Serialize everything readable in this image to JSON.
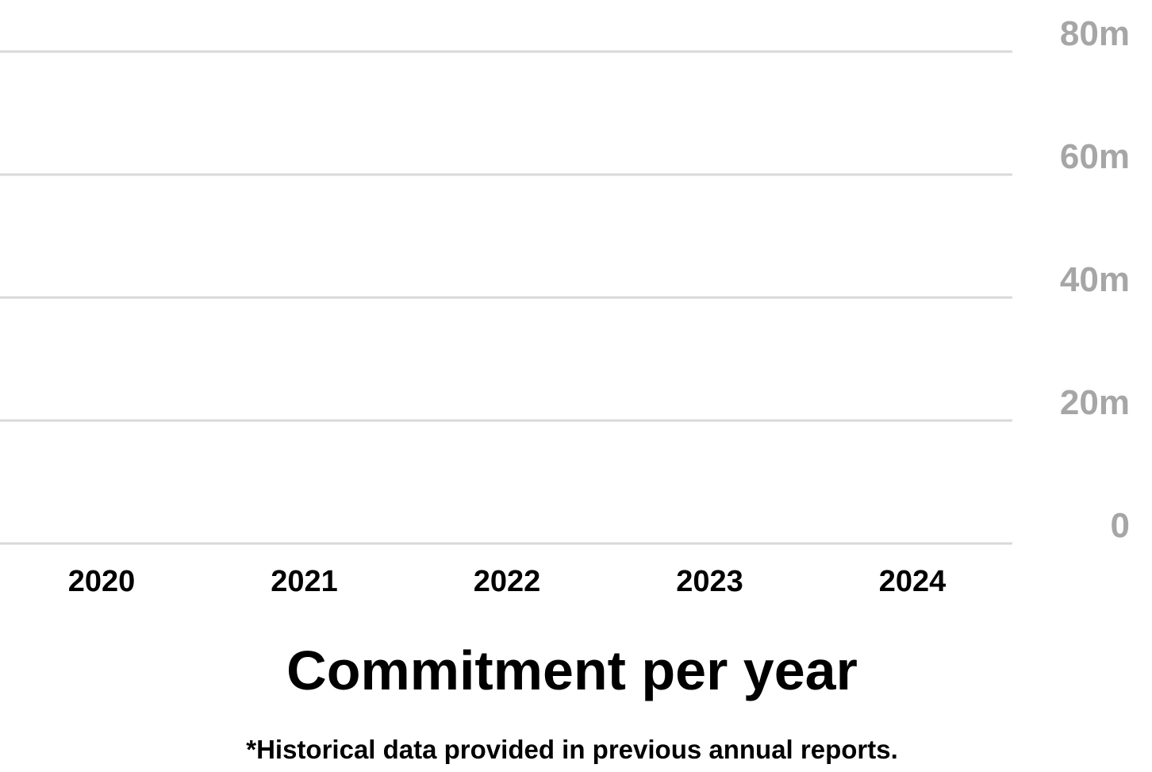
{
  "chart_data": {
    "type": "bar",
    "title": "Commitment per year",
    "footnote": "*Historical data provided in previous annual reports.",
    "categories": [
      "2020",
      "2021",
      "2022",
      "2023",
      "2024"
    ],
    "highlight_category": "2024",
    "ylim": [
      0,
      80
    ],
    "yticks": [
      0,
      20,
      40,
      60,
      80
    ],
    "ytick_labels": [
      "0",
      "20m",
      "40m",
      "60m",
      "80m"
    ],
    "y_axis_side": "right",
    "grid": true,
    "series": [
      {
        "values": [
          null,
          null,
          null,
          null,
          null
        ]
      }
    ]
  },
  "colors": {
    "grid": "#d9d9d9",
    "ytick_text": "#a6a6a6",
    "xtick_text": "#000000",
    "highlight": "#f0643c",
    "title_text": "#000000"
  }
}
